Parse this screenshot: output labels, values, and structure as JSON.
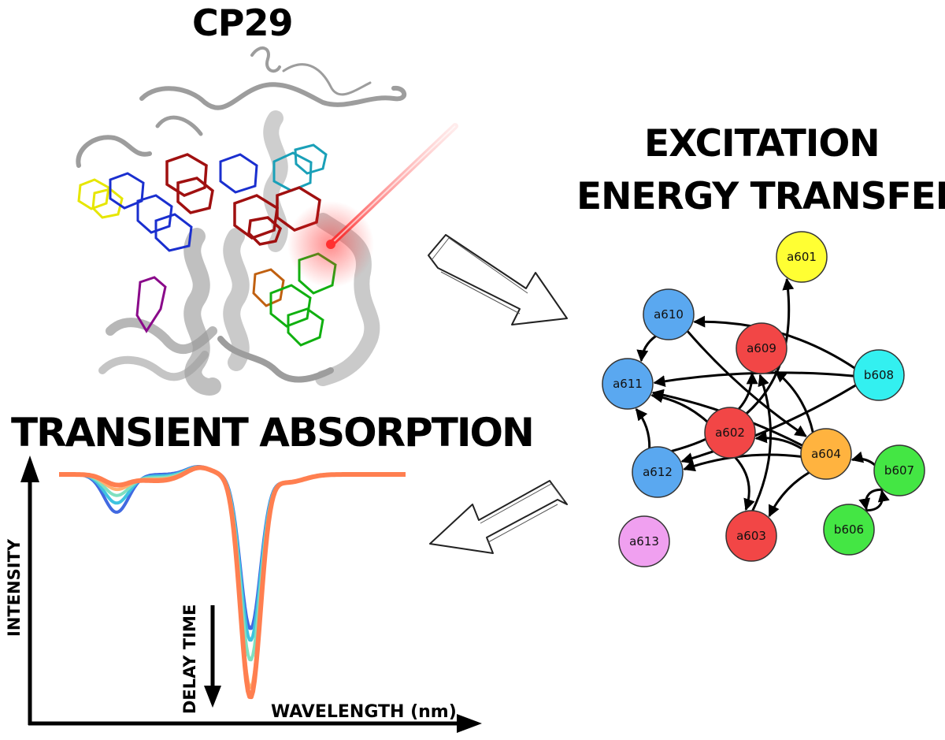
{
  "titles": {
    "protein": "CP29",
    "eet_line1": "EXCITATION",
    "eet_line2": "ENERGY TRANSFER",
    "ta": "TRANSIENT ABSORPTION"
  },
  "spectrum": {
    "y_axis_label": "INTENSITY",
    "x_axis_label": "WAVELENGTH (nm)",
    "delay_label": "DELAY TIME",
    "curve_colors": [
      "#4169e1",
      "#3fc3e0",
      "#7fe0c0",
      "#ffb070",
      "#ff7f50"
    ]
  },
  "network": {
    "nodes": [
      {
        "id": "a601",
        "label": "a601",
        "color": "#ffff33"
      },
      {
        "id": "a610",
        "label": "a610",
        "color": "#5aa8f0"
      },
      {
        "id": "a609",
        "label": "a609",
        "color": "#f24646"
      },
      {
        "id": "b608",
        "label": "b608",
        "color": "#33f0f0"
      },
      {
        "id": "a611",
        "label": "a611",
        "color": "#5aa8f0"
      },
      {
        "id": "a602",
        "label": "a602",
        "color": "#f24646"
      },
      {
        "id": "a604",
        "label": "a604",
        "color": "#ffb33f"
      },
      {
        "id": "b607",
        "label": "b607",
        "color": "#44e644"
      },
      {
        "id": "a612",
        "label": "a612",
        "color": "#5aa8f0"
      },
      {
        "id": "b606",
        "label": "b606",
        "color": "#44e644"
      },
      {
        "id": "a613",
        "label": "a613",
        "color": "#f0a0f0"
      },
      {
        "id": "a603",
        "label": "a603",
        "color": "#f24646"
      }
    ],
    "edges": [
      {
        "from": "a610",
        "to": "a611"
      },
      {
        "from": "a612",
        "to": "a611"
      },
      {
        "from": "b608",
        "to": "a610"
      },
      {
        "from": "b608",
        "to": "a611"
      },
      {
        "from": "b608",
        "to": "a612"
      },
      {
        "from": "a604",
        "to": "a611"
      },
      {
        "from": "a604",
        "to": "a612"
      },
      {
        "from": "a604",
        "to": "a602"
      },
      {
        "from": "a604",
        "to": "a609"
      },
      {
        "from": "a604",
        "to": "a603"
      },
      {
        "from": "a602",
        "to": "a609"
      },
      {
        "from": "a602",
        "to": "a611"
      },
      {
        "from": "a602",
        "to": "a603"
      },
      {
        "from": "a603",
        "to": "a609"
      },
      {
        "from": "a612",
        "to": "a601"
      },
      {
        "from": "a610",
        "to": "a604"
      },
      {
        "from": "b607",
        "to": "a604"
      },
      {
        "from": "b607",
        "to": "b606"
      },
      {
        "from": "b606",
        "to": "b607"
      }
    ]
  },
  "colors": {
    "protein_ribbon": "#8a8a8a",
    "laser": "#ff2020",
    "chl_yellow": "#e6e600",
    "chl_blue": "#1a2fcf",
    "chl_darkred": "#a01010",
    "chl_cyan": "#1aa0b8",
    "chl_purple": "#8a0a8a",
    "chl_orange": "#c06010",
    "chl_green": "#10b010"
  }
}
